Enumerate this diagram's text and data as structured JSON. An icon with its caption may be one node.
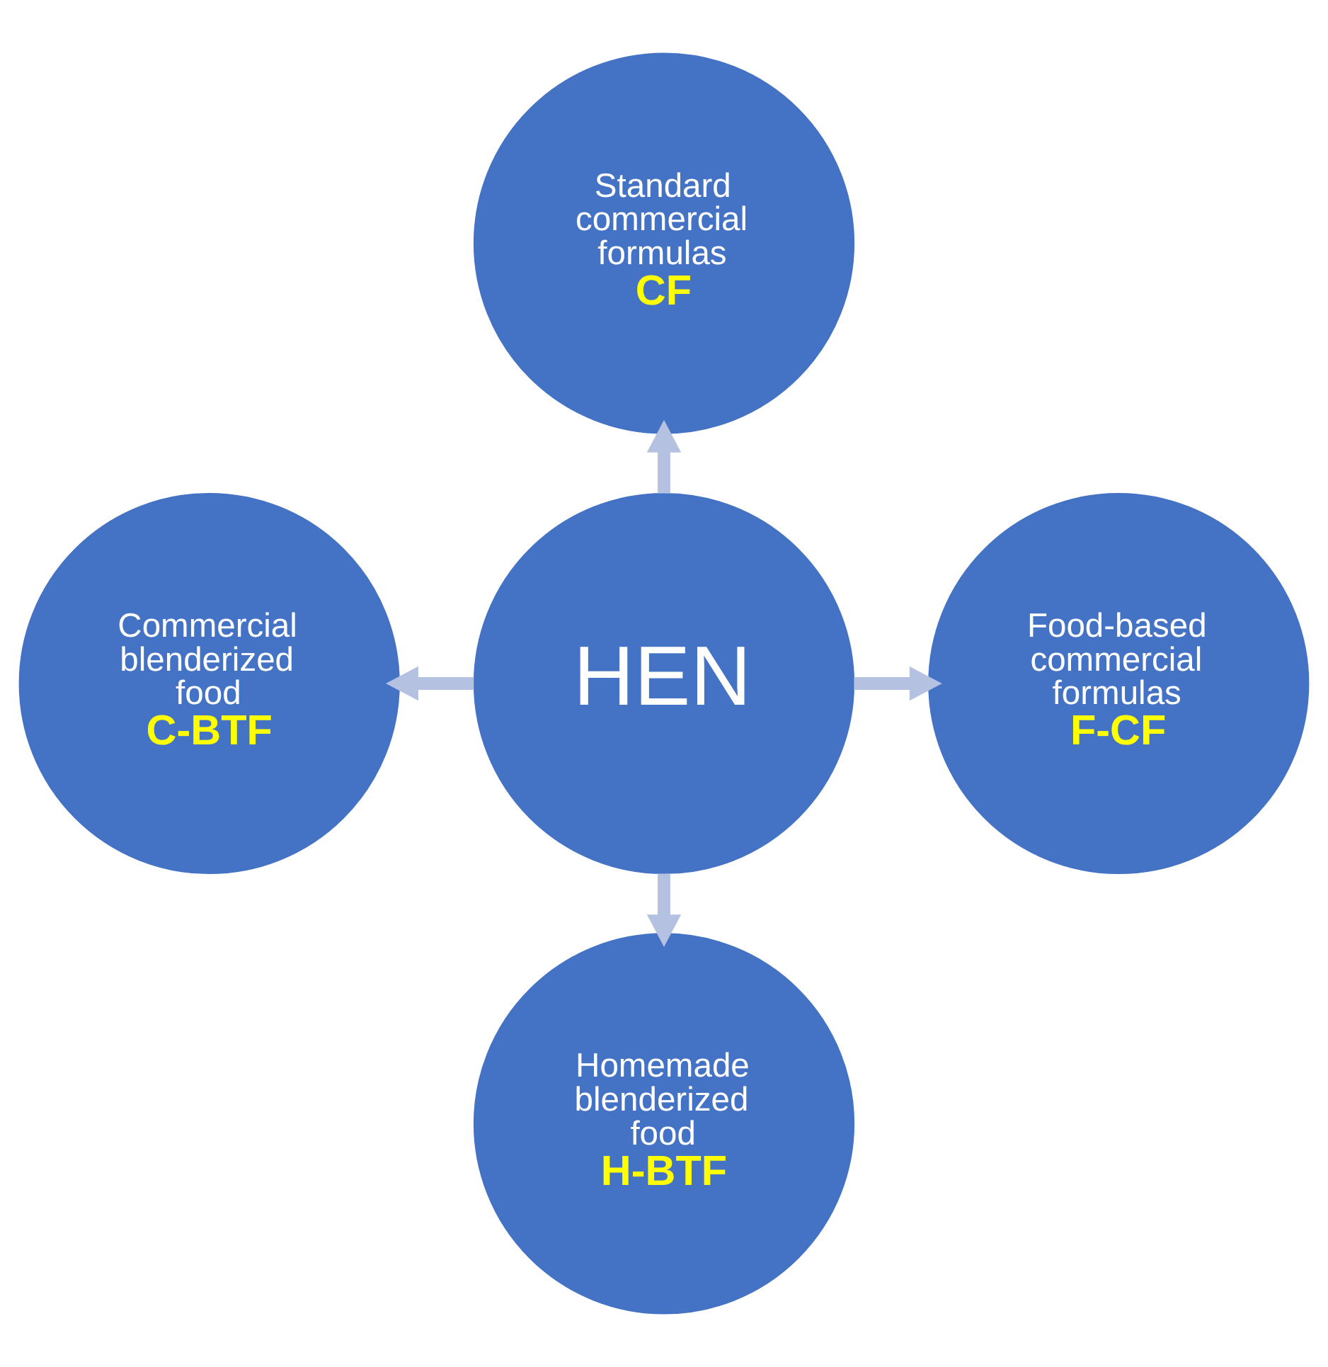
{
  "diagram": {
    "nodes": [
      {
        "text": [
          "Standard commercial formulas",
          "CF"
        ]
      },
      {
        "text": [
          "Commercial blenderized food",
          "C-BTF"
        ]
      },
      {
        "text": [
          "HEN"
        ]
      },
      {
        "text": [
          "Food-based commercial formulas",
          "F-CF"
        ]
      },
      {
        "text": [
          "Homemade blenderized food",
          "H-BTF"
        ]
      }
    ],
    "edges": [
      {
        "from": 2,
        "to": 0,
        "arrow": "to"
      },
      {
        "from": 2,
        "to": 1,
        "arrow": "to"
      },
      {
        "from": 2,
        "to": 3,
        "arrow": "to"
      },
      {
        "from": 2,
        "to": 4,
        "arrow": "to"
      }
    ]
  }
}
